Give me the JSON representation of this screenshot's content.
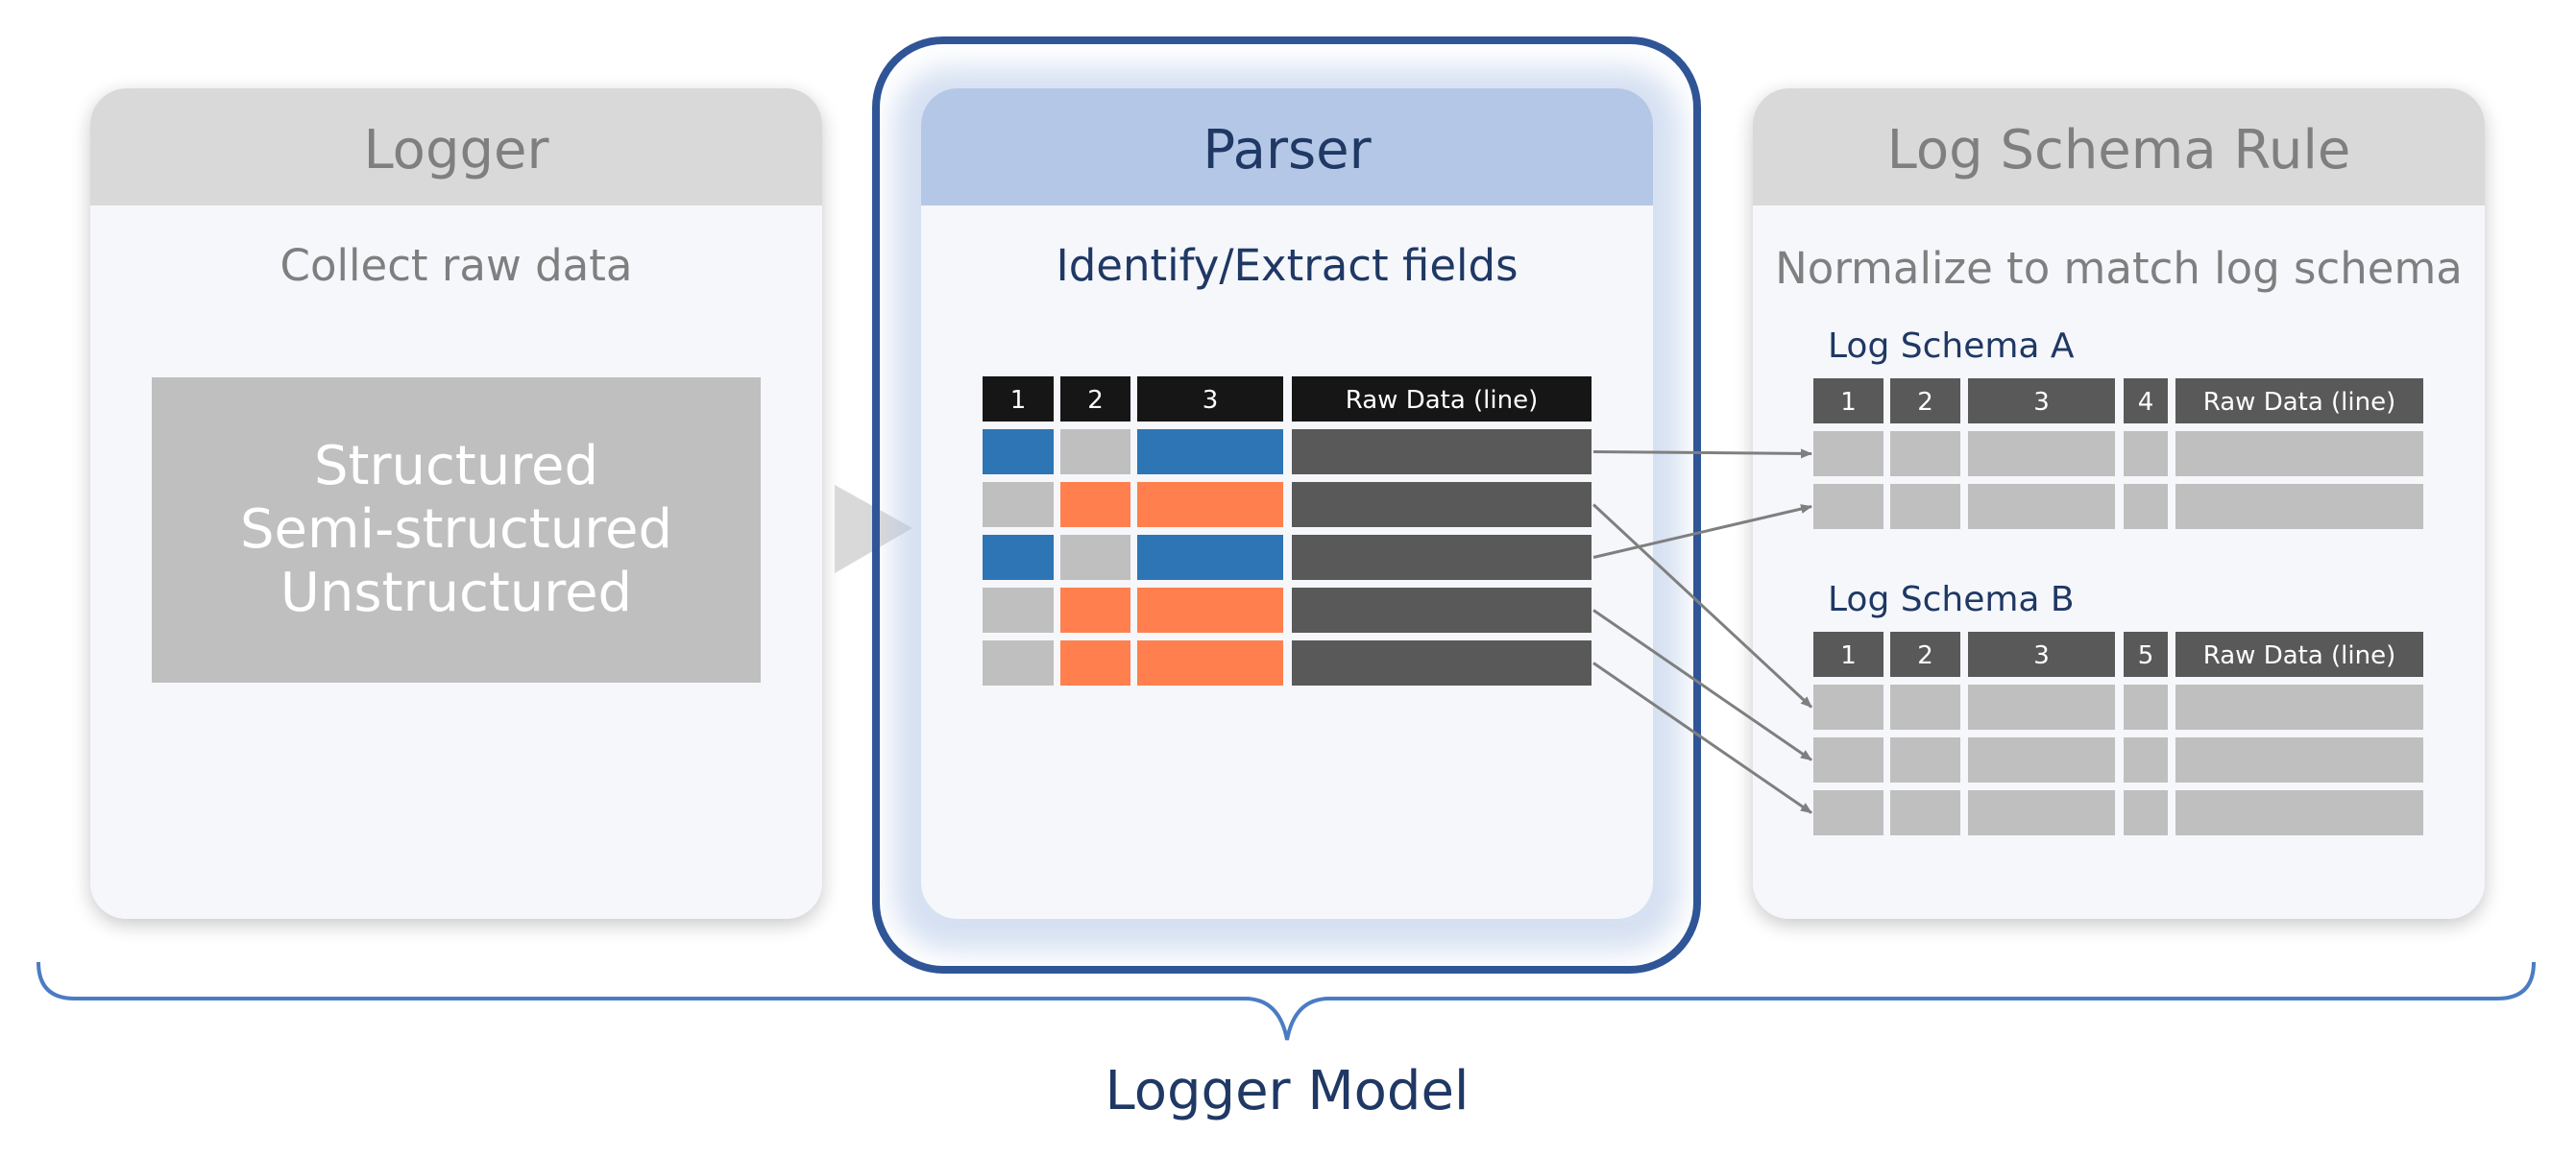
{
  "logger": {
    "title": "Logger",
    "subtitle": "Collect raw data",
    "types": [
      "Structured",
      "Semi-structured",
      "Unstructured"
    ]
  },
  "parser": {
    "title": "Parser",
    "subtitle": "Identify/Extract fields",
    "columns": [
      "1",
      "2",
      "3",
      "Raw Data (line)"
    ],
    "rows": [
      [
        "blue",
        "gray",
        "blue",
        "dark"
      ],
      [
        "gray",
        "orange",
        "orange",
        "dark"
      ],
      [
        "blue",
        "gray",
        "blue",
        "dark"
      ],
      [
        "gray",
        "orange",
        "orange",
        "dark"
      ],
      [
        "gray",
        "orange",
        "orange",
        "dark"
      ]
    ]
  },
  "schema_rule": {
    "title": "Log Schema Rule",
    "subtitle": "Normalize to match log schema",
    "schema_a": {
      "title": "Log Schema A",
      "columns": [
        "1",
        "2",
        "3",
        "4",
        "Raw Data (line)"
      ],
      "row_count": 2
    },
    "schema_b": {
      "title": "Log Schema B",
      "columns": [
        "1",
        "2",
        "3",
        "5",
        "Raw Data (line)"
      ],
      "row_count": 3
    }
  },
  "mappings": [
    {
      "from_row": 1,
      "to": "A",
      "to_row": 1
    },
    {
      "from_row": 2,
      "to": "B",
      "to_row": 1
    },
    {
      "from_row": 3,
      "to": "A",
      "to_row": 2
    },
    {
      "from_row": 4,
      "to": "B",
      "to_row": 2
    },
    {
      "from_row": 5,
      "to": "B",
      "to_row": 3
    }
  ],
  "model_label": "Logger Model",
  "colors": {
    "blue": "#2e75b6",
    "orange": "#ff7f4f",
    "gray": "#bfbfbf",
    "dark": "#595959",
    "header_black": "#161616",
    "header_dark": "#595959",
    "navy": "#1f3864",
    "frame": "#2f5597",
    "brace": "#4a7cc4",
    "card_bg": "#f6f7fb",
    "card_header_gray": "#d9d9d9",
    "card_header_blue": "#b4c7e7",
    "title_gray": "#7f7f7f",
    "arrow": "#7f7f7f"
  }
}
